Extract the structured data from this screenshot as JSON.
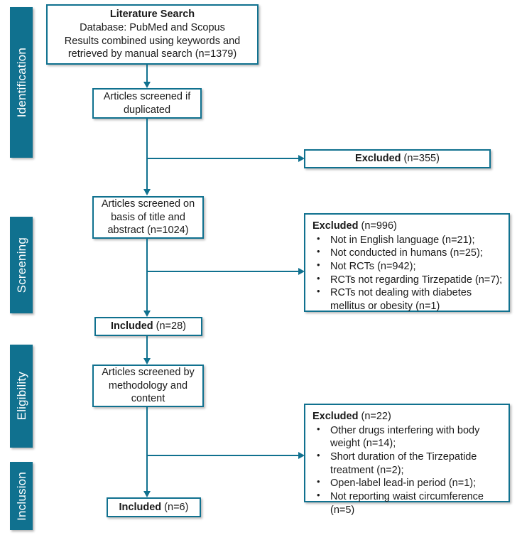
{
  "diagram": {
    "title": "PRISMA study selection flow diagram",
    "accent_color": "#10718F",
    "text_color": "#1a1a1a",
    "background_color": "#ffffff"
  },
  "stages": [
    {
      "label": "Identification"
    },
    {
      "label": "Screening"
    },
    {
      "label": "Eligibility"
    },
    {
      "label": "Inclusion"
    }
  ],
  "boxes": {
    "literature_search": {
      "line1": "Literature Search",
      "line2": "Database: PubMed and Scopus",
      "line3": "Results combined using keywords and",
      "line4": "retrieved by manual search (n=1379)"
    },
    "screened_duplicates": {
      "line1": "Articles screened if",
      "line2": "duplicated"
    },
    "excluded_duplicates": {
      "head_bold": "Excluded",
      "head_count": " (n=355)"
    },
    "screened_title_abstract": {
      "line1": "Articles screened on",
      "line2": "basis of title and",
      "line3": "abstract (n=1024)"
    },
    "excluded_screening": {
      "head_bold": "Excluded",
      "head_count": " (n=996)",
      "items": [
        "Not in English language (n=21);",
        "Not conducted in humans (n=25);",
        "Not RCTs (n=942);",
        "RCTs not regarding Tirzepatide (n=7);",
        "RCTs not dealing with diabetes mellitus or obesity (n=1)"
      ]
    },
    "included_28": {
      "bold": "Included",
      "count": " (n=28)"
    },
    "screened_methodology": {
      "line1": "Articles screened by",
      "line2": "methodology and",
      "line3": "content"
    },
    "excluded_eligibility": {
      "head_bold": "Excluded",
      "head_count": " (n=22)",
      "items": [
        "Other drugs interfering with body weight (n=14);",
        "Short duration of the Tirzepatide treatment (n=2);",
        "Open-label lead-in period (n=1);",
        "Not reporting waist circumference (n=5)"
      ]
    },
    "included_6": {
      "bold": "Included",
      "count": " (n=6)"
    }
  }
}
